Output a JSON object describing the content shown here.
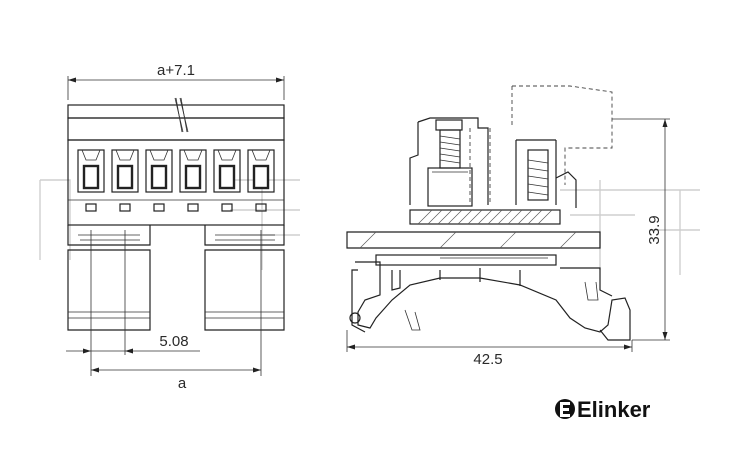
{
  "dimensions": {
    "overall_width": "a+7.1",
    "pitch": "5.08",
    "pin_span": "a",
    "rail_length": "42.5",
    "height": "33.9"
  },
  "brand": {
    "logo_text": "Elinker"
  },
  "colors": {
    "line": "#222222",
    "background": "#ffffff",
    "watermark": "#cfcfcf"
  }
}
